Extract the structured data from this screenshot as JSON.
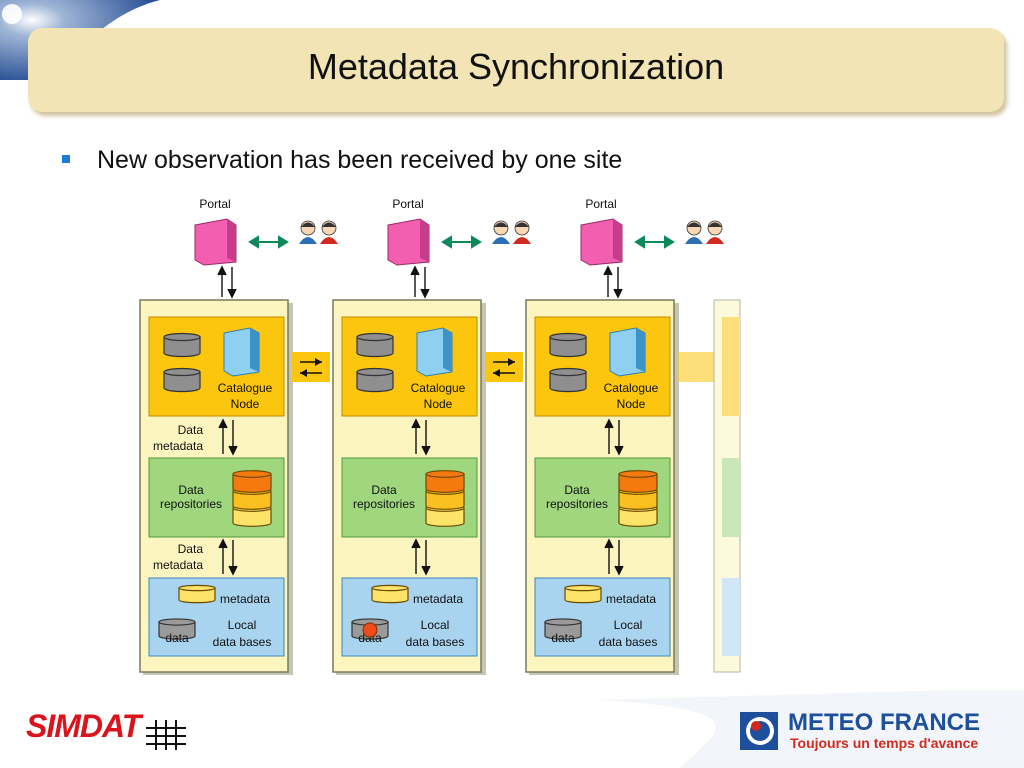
{
  "slide": {
    "title": "Metadata Synchronization",
    "bullet": "New observation has been received by one site"
  },
  "diagram": {
    "columns": [
      {
        "portal": "Portal",
        "catalogue": [
          "Catalogue",
          "Node"
        ],
        "link_upper": [
          "Data",
          "metadata"
        ],
        "repositories": [
          "Data",
          "repositories"
        ],
        "link_lower": [
          "Data",
          "metadata"
        ],
        "metadata_label": "metadata",
        "data_label": "data",
        "local": [
          "Local",
          "data bases"
        ],
        "new_observation": false
      },
      {
        "portal": "Portal",
        "catalogue": [
          "Catalogue",
          "Node"
        ],
        "link_upper": [],
        "repositories": [
          "Data",
          "repositories"
        ],
        "link_lower": [],
        "metadata_label": "metadata",
        "data_label": "data",
        "local": [
          "Local",
          "data bases"
        ],
        "new_observation": true
      },
      {
        "portal": "Portal",
        "catalogue": [
          "Catalogue",
          "Node"
        ],
        "link_upper": [],
        "repositories": [
          "Data",
          "repositories"
        ],
        "link_lower": [],
        "metadata_label": "metadata",
        "data_label": "data",
        "local": [
          "Local",
          "data bases"
        ],
        "new_observation": false
      }
    ],
    "colors": {
      "panel": "#fdf5c0",
      "catalogue_box": "#fcc50e",
      "repository_box": "#9fd67e",
      "local_box": "#a9d4ef",
      "portal": "#f25fb0",
      "sync_arrow": "#0a8a5a",
      "link_band": "#fcc50e",
      "new_observation_dot": "#ef4b1c"
    }
  },
  "footer": {
    "simdat_logo": "SIMDAT",
    "brand": "METEO FRANCE",
    "tagline": "Toujours un temps d'avance"
  }
}
